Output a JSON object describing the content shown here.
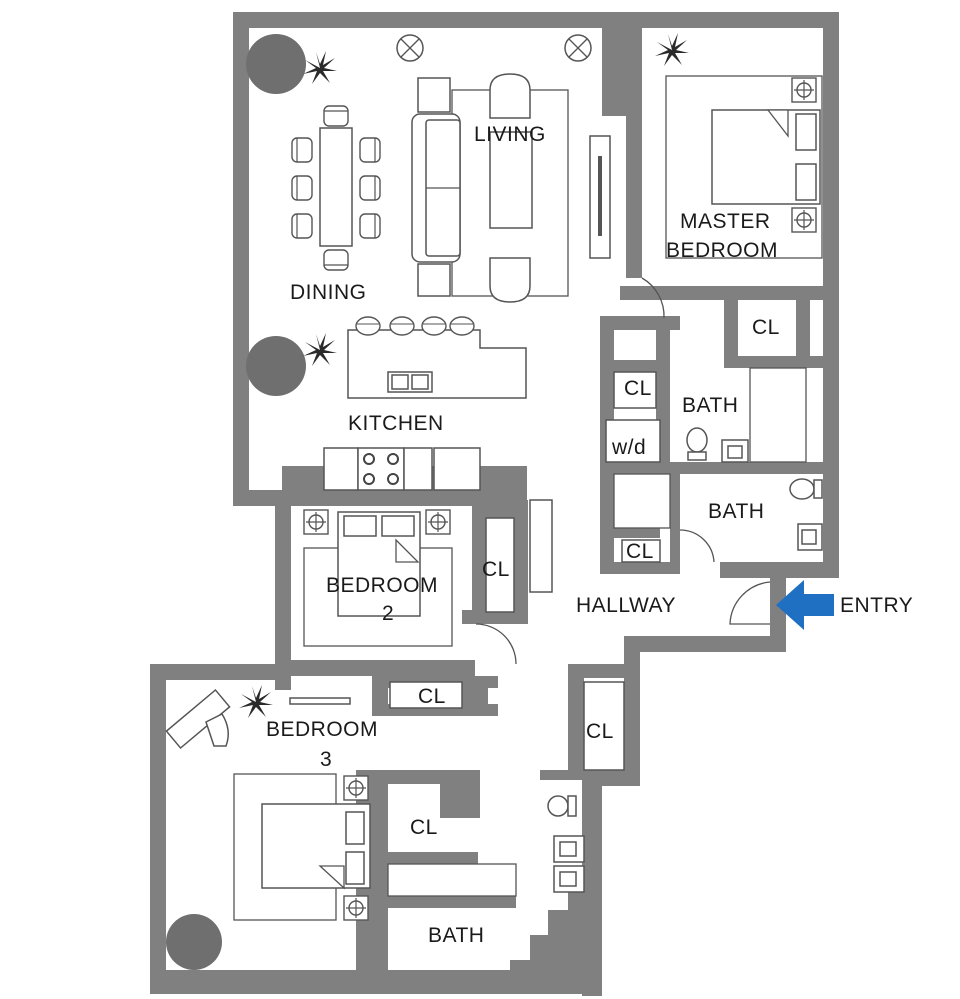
{
  "labels": {
    "living": "LIVING",
    "dining": "DINING",
    "kitchen": "KITCHEN",
    "master_line1": "MASTER",
    "master_line2": "BEDROOM",
    "bedroom2_line1": "BEDROOM",
    "bedroom2_line2": "2",
    "bedroom3_line1": "BEDROOM",
    "bedroom3_line2": "3",
    "hallway": "HALLWAY",
    "entry": "ENTRY",
    "bath_master": "BATH",
    "bath_hall": "BATH",
    "bath_bed3": "BATH",
    "washer_dryer": "w/d",
    "cl_master": "CL",
    "cl_laundry": "CL",
    "cl_hall_bath": "CL",
    "cl_bed2": "CL",
    "cl_bed3": "CL",
    "cl_hallway": "CL",
    "cl_bath3": "CL"
  },
  "colors": {
    "wall": "#808080",
    "entry_arrow": "#1f6fc2",
    "background": "#ffffff"
  },
  "icons": [
    "plant-icon",
    "lamp-icon",
    "sink-icon",
    "toilet-icon",
    "stove-icon",
    "entry-arrow-icon"
  ]
}
